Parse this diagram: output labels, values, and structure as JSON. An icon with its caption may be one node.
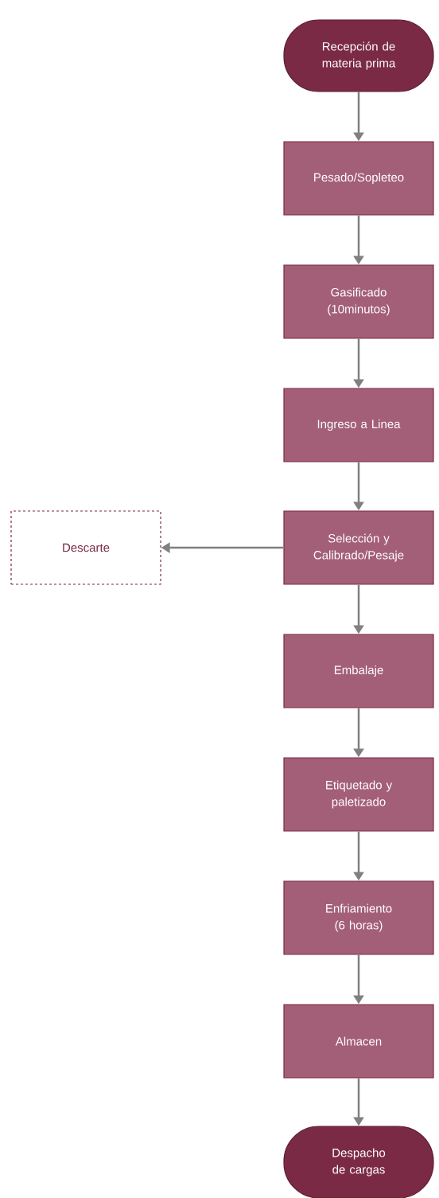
{
  "diagram": {
    "nodes": [
      {
        "text": [
          "Recepción de materia prima"
        ]
      },
      {
        "text": [
          "Pesado/Sopleteo"
        ]
      },
      {
        "text": [
          "Gasificado (10minutos)"
        ]
      },
      {
        "text": [
          "Ingreso a Linea"
        ]
      },
      {
        "text": [
          "Selección y Calibrado/Pesaje"
        ]
      },
      {
        "text": [
          "Descarte"
        ]
      },
      {
        "text": [
          "Embalaje"
        ]
      },
      {
        "text": [
          "Etiquetado y paletizado"
        ]
      },
      {
        "text": [
          "Enfriamiento (6 horas)"
        ]
      },
      {
        "text": [
          "Almacen"
        ]
      },
      {
        "text": [
          "Despacho de cargas"
        ]
      }
    ],
    "edges": [
      {
        "from": 0,
        "to": 1,
        "arrow": "to"
      },
      {
        "from": 1,
        "to": 2,
        "arrow": "to"
      },
      {
        "from": 2,
        "to": 3,
        "arrow": "to"
      },
      {
        "from": 3,
        "to": 4,
        "arrow": "to"
      },
      {
        "from": 4,
        "to": 5,
        "arrow": "to"
      },
      {
        "from": 4,
        "to": 6,
        "arrow": "to"
      },
      {
        "from": 6,
        "to": 7,
        "arrow": "to"
      },
      {
        "from": 7,
        "to": 8,
        "arrow": "to"
      },
      {
        "from": 8,
        "to": 9,
        "arrow": "to"
      },
      {
        "from": 9,
        "to": 10,
        "arrow": "to"
      }
    ]
  }
}
